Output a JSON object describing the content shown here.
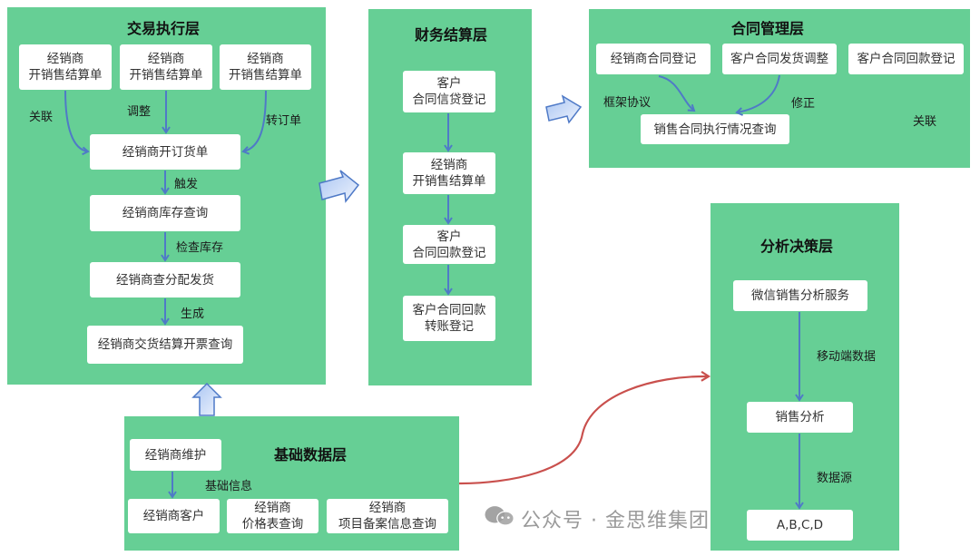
{
  "colors": {
    "layer_bg": "#66cf95",
    "node_bg": "#ffffff",
    "arrow_blue": "#4f7ac7",
    "curve_red": "#c9504d",
    "block_arrow_fill": "#c9dcfa"
  },
  "trade_layer": {
    "title": "交易执行层",
    "top_nodes": [
      {
        "line1": "经销商",
        "line2": "开销售结算单"
      },
      {
        "line1": "经销商",
        "line2": "开销售结算单"
      },
      {
        "line1": "经销商",
        "line2": "开销售结算单"
      }
    ],
    "edge_labels": {
      "left": "关联",
      "mid": "调整",
      "right": "转订单",
      "trigger": "触发",
      "check": "检查库存",
      "generate": "生成"
    },
    "nodes": [
      "经销商开订货单",
      "经销商库存查询",
      "经销商查分配发货",
      "经销商交货结算开票查询"
    ]
  },
  "finance_layer": {
    "title": "财务结算层",
    "nodes": [
      {
        "line1": "客户",
        "line2": "合同信贷登记"
      },
      {
        "line1": "经销商",
        "line2": "开销售结算单"
      },
      {
        "line1": "客户",
        "line2": "合同回款登记"
      },
      {
        "line1": "客户合同回款",
        "line2": "转账登记"
      }
    ]
  },
  "contract_layer": {
    "title": "合同管理层",
    "nodes": [
      "经销商合同登记",
      "客户合同发货调整",
      "客户合同回款登记",
      "销售合同执行情况查询"
    ],
    "edge_labels": {
      "framework": "框架协议",
      "fix": "修正",
      "relate": "关联"
    }
  },
  "analysis_layer": {
    "title": "分析决策层",
    "nodes": [
      "微信销售分析服务",
      "销售分析",
      "A,B,C,D"
    ],
    "edge_labels": {
      "mobile": "移动端数据",
      "source": "数据源"
    }
  },
  "base_layer": {
    "title": "基础数据层",
    "nodes": [
      {
        "line1": "经销商维护",
        "line2": ""
      },
      {
        "line1": "经销商客户",
        "line2": ""
      },
      {
        "line1": "经销商",
        "line2": "价格表查询"
      },
      {
        "line1": "经销商",
        "line2": "项目备案信息查询"
      }
    ],
    "edge_labels": {
      "base_info": "基础信息"
    }
  },
  "watermark": {
    "text": "公众号 · 金思维集团",
    "icon": "wechat-icon"
  }
}
